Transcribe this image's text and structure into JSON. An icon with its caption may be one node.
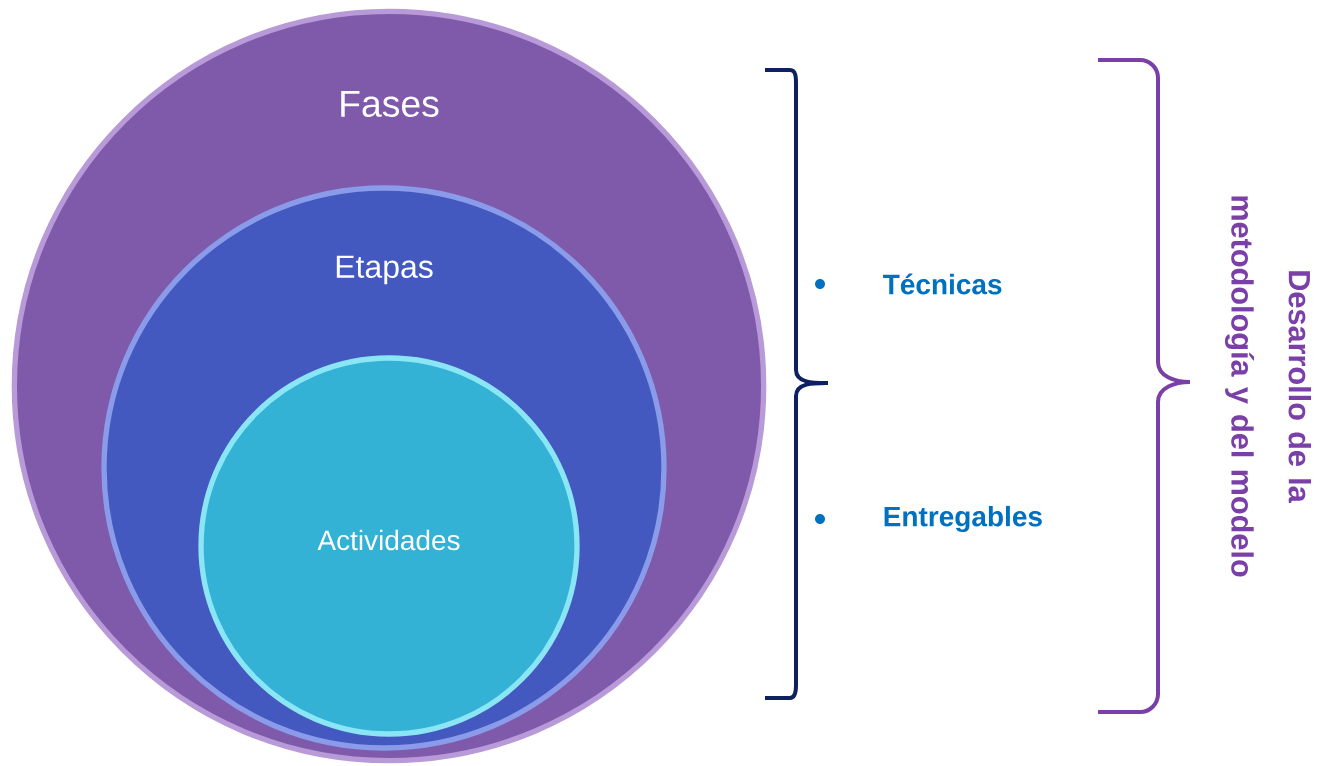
{
  "diagram": {
    "nodes": [
      {
        "text": [
          "Fases"
        ]
      },
      {
        "text": [
          "Etapas"
        ],
        "in": 0
      },
      {
        "text": [
          "Actividades"
        ],
        "in": 1
      }
    ],
    "labels": [
      "Técnicas",
      "Entregables",
      "Desarrollo de la metodología y del modelo"
    ]
  }
}
